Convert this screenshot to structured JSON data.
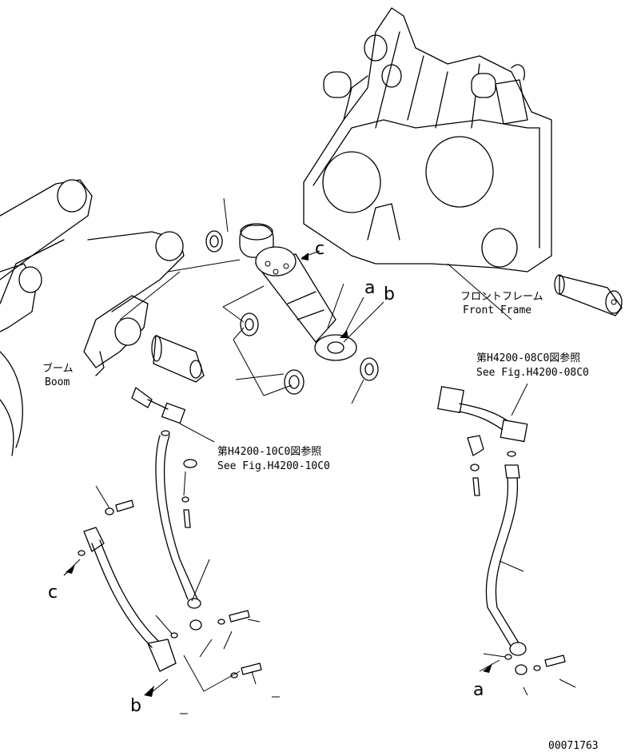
{
  "labels": {
    "front_frame_jp": "フロントフレーム",
    "front_frame_en": "Front Frame",
    "boom_jp": "ブーム",
    "boom_en": "Boom",
    "ref_upper_jp": "第H4200-08C0図参照",
    "ref_upper_en": "See Fig.H4200-08C0",
    "ref_lower_jp": "第H4200-10C0図参照",
    "ref_lower_en": "See Fig.H4200-10C0"
  },
  "callouts": {
    "a_top": "a",
    "b_top": "b",
    "c_top": "c",
    "c_left": "c",
    "b_bottom": "b",
    "a_bottom": "a"
  },
  "drawing_number": "00071763"
}
